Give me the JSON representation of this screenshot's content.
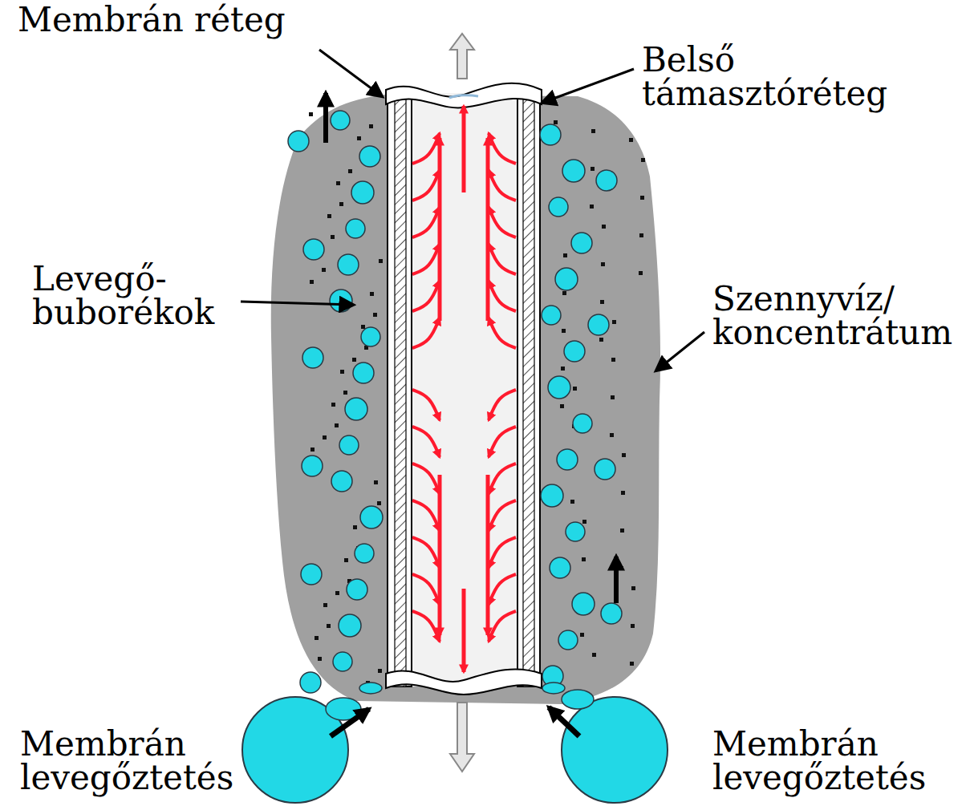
{
  "diagram": {
    "labels": [
      "Membrán réteg",
      "Belső támasztóréteg",
      "Levegő- buborékok",
      "Szennyvíz/ koncentrátum",
      "Membrán levegőztetés",
      "Membrán levegőztetés"
    ]
  }
}
